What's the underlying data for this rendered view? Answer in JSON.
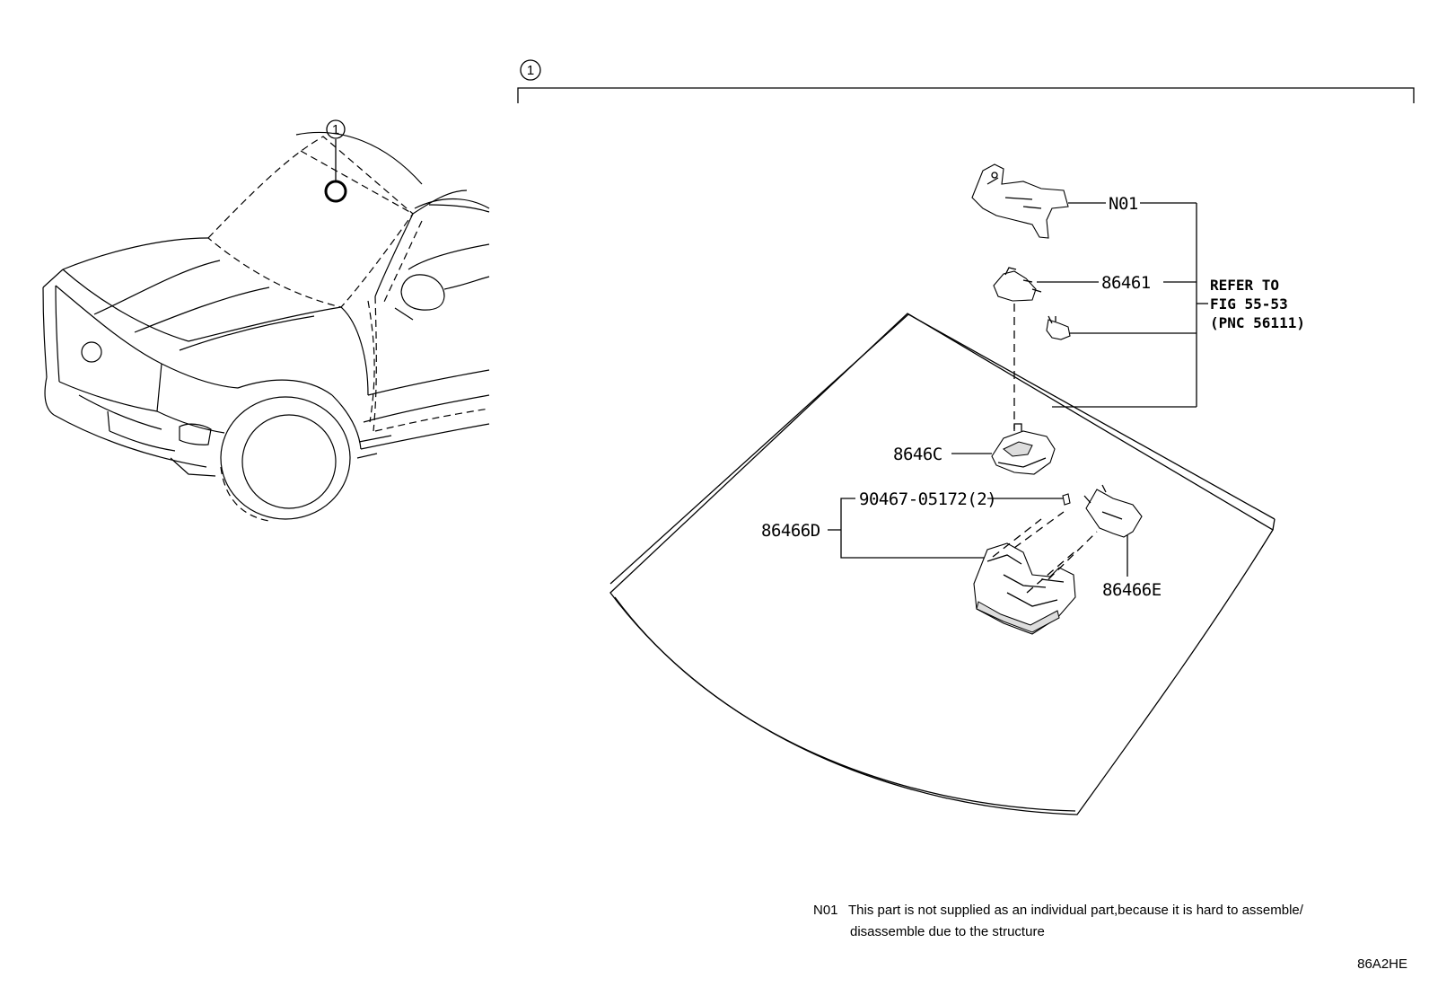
{
  "callout_number": "1",
  "parts": {
    "n01": "N01",
    "p86461": "86461",
    "p8646c": "8646C",
    "p90467": "90467-05172(2)",
    "p86466d": "86466D",
    "p86466e": "86466E"
  },
  "reference": {
    "line1": "REFER TO",
    "line2": "FIG 55-53",
    "line3": "(PNC 56111)"
  },
  "footnote": {
    "code": "N01",
    "line1": "This part is not supplied as an individual part,because it is hard to assemble/",
    "line2": "disassemble due to the structure"
  },
  "figure_code": "86A2HE"
}
